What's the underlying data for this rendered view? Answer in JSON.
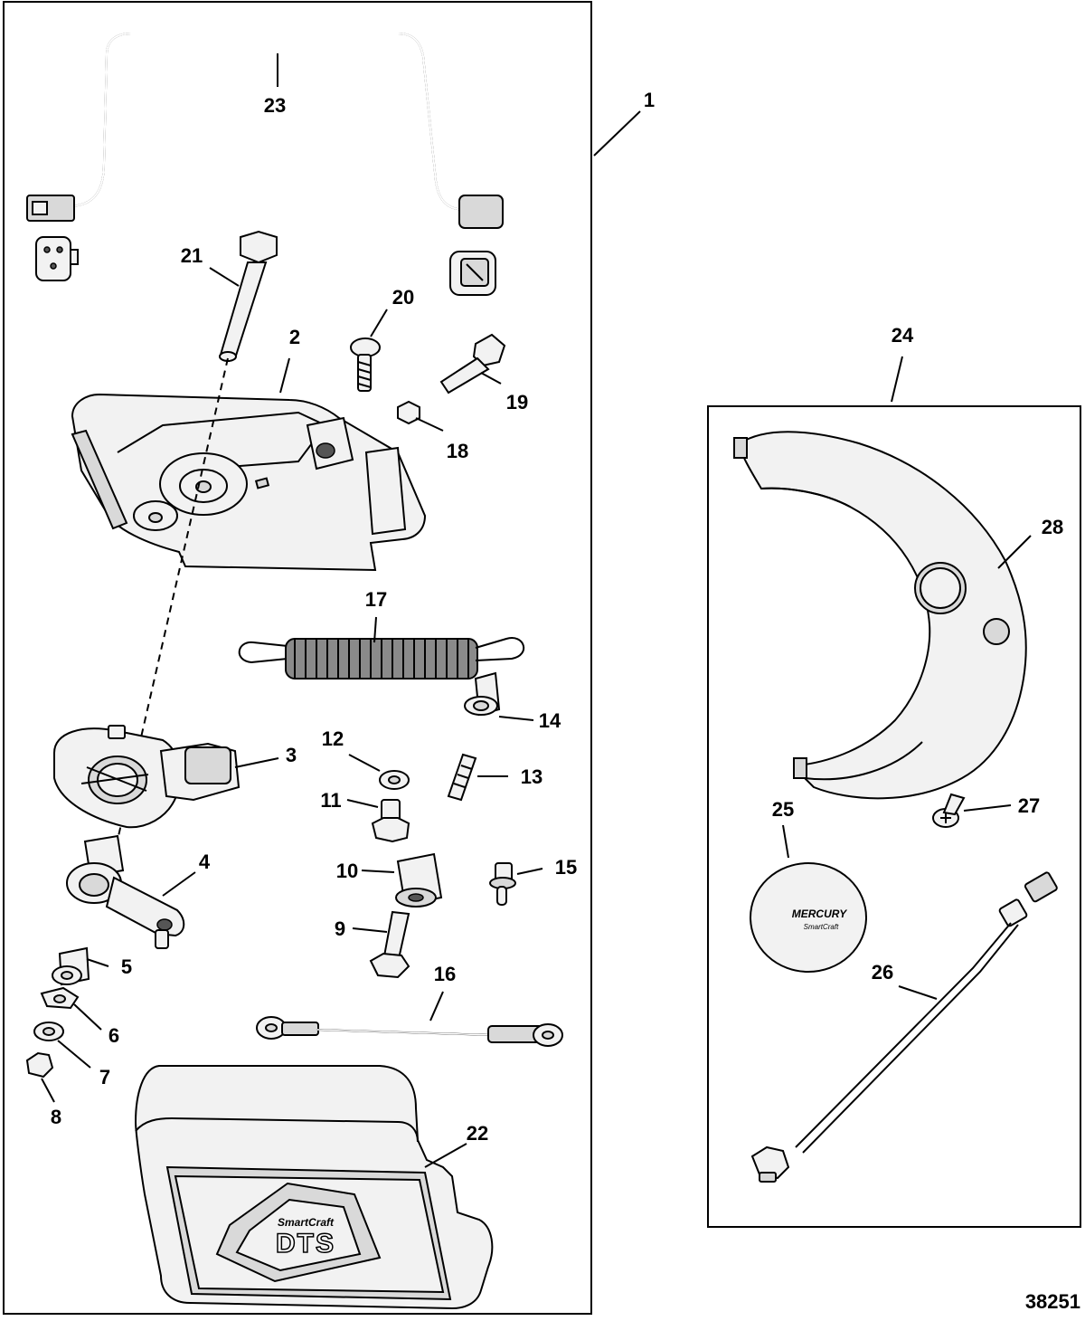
{
  "figure_number": "38251",
  "callouts": [
    {
      "id": "1",
      "text": "1"
    },
    {
      "id": "2",
      "text": "2"
    },
    {
      "id": "3",
      "text": "3"
    },
    {
      "id": "4",
      "text": "4"
    },
    {
      "id": "5",
      "text": "5"
    },
    {
      "id": "6",
      "text": "6"
    },
    {
      "id": "7",
      "text": "7"
    },
    {
      "id": "8",
      "text": "8"
    },
    {
      "id": "9",
      "text": "9"
    },
    {
      "id": "10",
      "text": "10"
    },
    {
      "id": "11",
      "text": "11"
    },
    {
      "id": "12",
      "text": "12"
    },
    {
      "id": "13",
      "text": "13"
    },
    {
      "id": "14",
      "text": "14"
    },
    {
      "id": "15",
      "text": "15"
    },
    {
      "id": "16",
      "text": "16"
    },
    {
      "id": "17",
      "text": "17"
    },
    {
      "id": "18",
      "text": "18"
    },
    {
      "id": "19",
      "text": "19"
    },
    {
      "id": "20",
      "text": "20"
    },
    {
      "id": "21",
      "text": "21"
    },
    {
      "id": "22",
      "text": "22"
    },
    {
      "id": "23",
      "text": "23"
    },
    {
      "id": "24",
      "text": "24"
    },
    {
      "id": "25",
      "text": "25"
    },
    {
      "id": "26",
      "text": "26"
    },
    {
      "id": "27",
      "text": "27"
    },
    {
      "id": "28",
      "text": "28"
    }
  ],
  "logos": {
    "cover_brand": "MERCURY",
    "cover_sub": "SmartCraft",
    "module_brand": "SmartCraft",
    "module_mark": "DTS"
  },
  "colors": {
    "line": "#000000",
    "part_fill": "#f2f2f2",
    "shade": "#d9d9d9"
  }
}
